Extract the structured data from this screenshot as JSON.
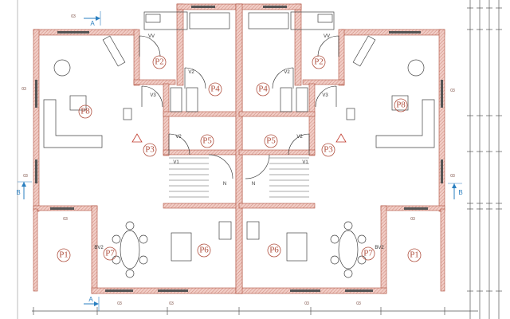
{
  "plan": {
    "rooms_left": [
      {
        "id": "P1"
      },
      {
        "id": "P2"
      },
      {
        "id": "P3"
      },
      {
        "id": "P4"
      },
      {
        "id": "P5"
      },
      {
        "id": "P6"
      },
      {
        "id": "P7"
      },
      {
        "id": "P8"
      }
    ],
    "labels": {
      "P1": "P1",
      "P2": "P2",
      "P3": "P3",
      "P4": "P4",
      "P5": "P5",
      "P6": "P6",
      "P7": "P7",
      "P8": "P8",
      "vv": "VV",
      "v1": "V1",
      "v2": "V2",
      "v3": "V3",
      "bv2": "BV2",
      "north": "N",
      "section_a": "A",
      "section_b": "B",
      "dim_03": "03"
    },
    "colors": {
      "wall": "#e9b8b0",
      "wall_stroke": "#b0503f",
      "section": "#2a7fc0"
    }
  }
}
